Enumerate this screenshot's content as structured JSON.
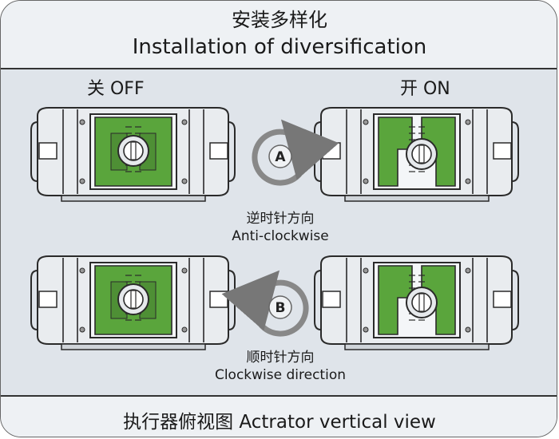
{
  "header": {
    "title_cn": "安装多样化",
    "title_en": "Installation of diversification"
  },
  "labels": {
    "off": "关 OFF",
    "on": "开 ON"
  },
  "rotations": [
    {
      "marker": "A",
      "caption_cn": "逆时针方向",
      "caption_en": "Anti-clockwise"
    },
    {
      "marker": "B",
      "caption_cn": "顺时针方向",
      "caption_en": "Clockwise direction"
    }
  ],
  "footer": {
    "text": "执行器俯视图 Actrator vertical view"
  },
  "colors": {
    "piston_green": "#5aa53c",
    "body_grey": "#e9ecef",
    "outline": "#2a2a2a"
  }
}
